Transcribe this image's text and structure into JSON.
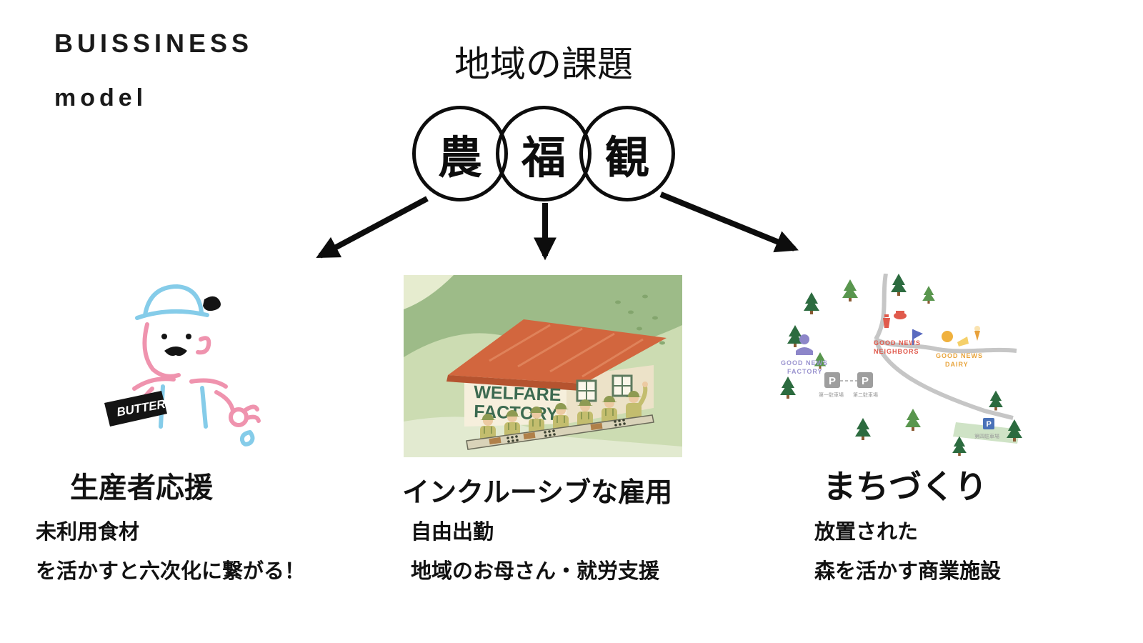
{
  "brand": {
    "line1": "BUISSINESS",
    "line2": "model"
  },
  "diagram": {
    "heading": "地域の課題",
    "circles": [
      {
        "label": "農"
      },
      {
        "label": "福"
      },
      {
        "label": "観"
      }
    ]
  },
  "columns": [
    {
      "title": "生産者応援",
      "line1": "未利用食材",
      "line2": "を活かすと六次化に繋がる！"
    },
    {
      "title": "インクルーシブな雇用",
      "line1": "自由出勤",
      "line2": "地域のお母さん・就労支援"
    },
    {
      "title": "まちづくり",
      "line1": "放置された",
      "line2": "森を活かす商業施設"
    }
  ],
  "illustrations": {
    "producer": {
      "butter_label": "BUTTER"
    },
    "factory": {
      "sign_line1": "WELFARE",
      "sign_line2": "FACTORY"
    },
    "map": {
      "factory_line1": "GOOD NEWS",
      "factory_line2": "FACTORY",
      "neighbors_line1": "GOOD NEWS",
      "neighbors_line2": "NEIGHBORS",
      "dairy_line1": "GOOD NEWS",
      "dairy_line2": "DAIRY",
      "parking_label": "P",
      "parking1_name": "第一駐車場",
      "parking2_name": "第二駐車場",
      "parking3_name": "第四駐車場"
    }
  },
  "colors": {
    "ink": "#0d0d0d",
    "doodle_pink": "#ef93ae",
    "doodle_blue": "#85cce9",
    "roof_orange": "#d2663e",
    "field_green": "#ccdcb2",
    "sign_green": "#3c6a50",
    "tree_green": "#2c6b3f",
    "map_factory_purple": "#9a93cf",
    "map_neighbors_red": "#e0574a",
    "map_dairy_orange": "#e8a43c"
  }
}
